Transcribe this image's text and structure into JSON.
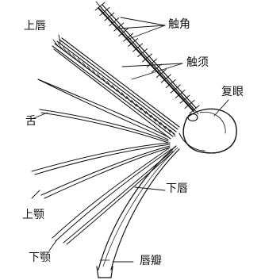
{
  "labels": {
    "antenna": "触角",
    "upper_lip": "上唇",
    "palp": "触须",
    "compound_eye": "复眼",
    "tongue": "舌",
    "lower_lip": "下唇",
    "maxilla": "上颚",
    "mandible": "下颚",
    "labellum": "唇瓣"
  },
  "colors": {
    "ink": "#111111",
    "paper": "#ffffff"
  }
}
